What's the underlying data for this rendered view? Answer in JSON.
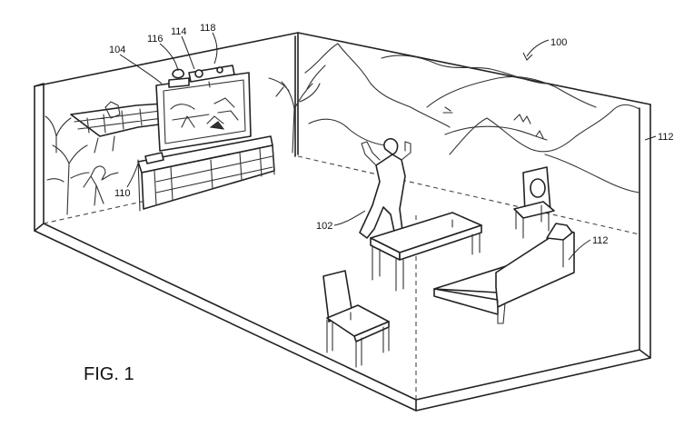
{
  "figure": {
    "label": "FIG. 1",
    "refs": {
      "r100": "100",
      "r102": "102",
      "r104": "104",
      "r110": "110",
      "r112a": "112",
      "r112b": "112",
      "r114": "114",
      "r116": "116",
      "r118": "118"
    }
  }
}
